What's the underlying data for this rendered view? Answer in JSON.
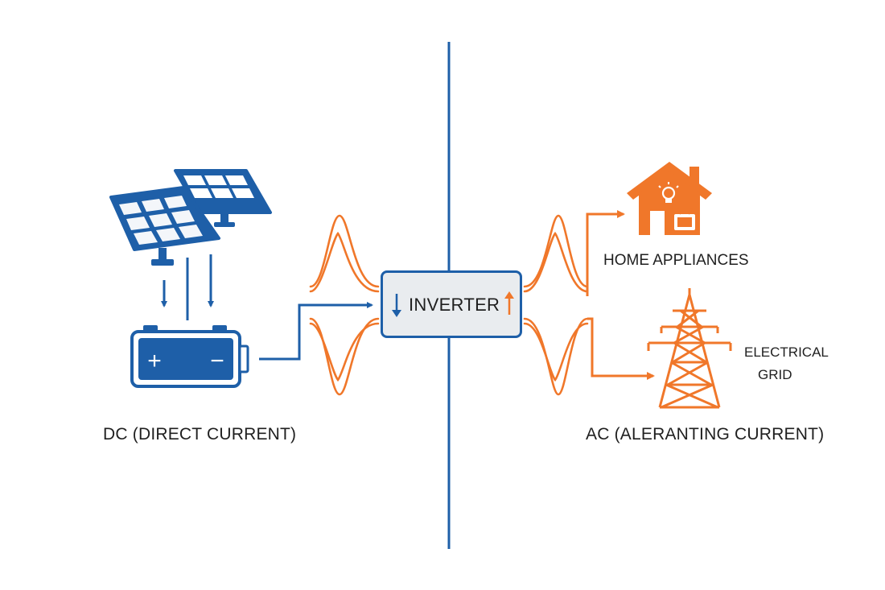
{
  "labels": {
    "dc": "DC (DIRECT CURRENT)",
    "ac": "AC (ALERANTING CURRENT)",
    "inverter": "INVERTER",
    "home": "HOME APPLIANCES",
    "grid_line1": "ELECTRICAL",
    "grid_line2": "GRID"
  },
  "battery": {
    "plus": "+",
    "minus": "−"
  },
  "colors": {
    "dc_blue": "#1e5fa8",
    "ac_orange": "#f0772a"
  },
  "icons": [
    "solar-panel-icon",
    "battery-icon",
    "house-icon",
    "light-bulb-icon",
    "tv-icon",
    "power-tower-icon"
  ]
}
